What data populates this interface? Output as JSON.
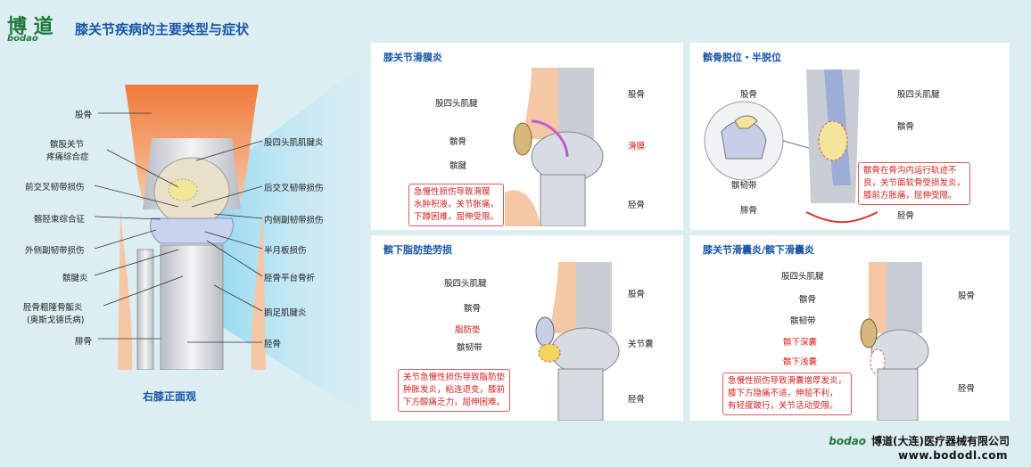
{
  "header": {
    "logo_chars": "博 道",
    "logo_word": "bodao",
    "title": "膝关节疾病的主要类型与症状"
  },
  "front_view": {
    "caption": "右膝正面观",
    "left_labels": [
      "股骨",
      "髌股关节",
      "疼痛综合症",
      "前交叉韧带损伤",
      "髂胫束综合征",
      "外侧副韧带损伤",
      "髌腱炎",
      "胫骨粗隆骨骺炎",
      "(奥斯戈德氏病)",
      "腓骨"
    ],
    "right_labels": [
      "股四头肌肌腱炎",
      "后交叉韧带损伤",
      "内侧副韧带损伤",
      "半月板损伤",
      "胫骨平台骨折",
      "鹅足肌腱炎",
      "胫骨"
    ]
  },
  "panels": [
    {
      "title": "膝关节滑膜炎",
      "labels": [
        "股四头肌腱",
        "髌骨",
        "髌腱",
        "股骨",
        "胫骨"
      ],
      "red_label": "滑膜",
      "note": [
        "急慢性损伤导致滑膜",
        "水肿积液，关节胀痛，",
        "下蹲困难，屈伸受限。"
      ]
    },
    {
      "title": "髌骨脱位・半脱位",
      "labels": [
        "股骨",
        "股四头肌腱",
        "髌骨",
        "髌韧带",
        "胫骨",
        "腓骨"
      ],
      "note": [
        "髌骨在骨沟内运行轨迹不",
        "良，关节面软骨受损发炎，",
        "膝前方胀痛，屈伸受限。"
      ]
    },
    {
      "title": "髌下脂肪垫劳损",
      "labels": [
        "股四头肌腱",
        "髌骨",
        "髌韧带",
        "股骨",
        "关节囊",
        "胫骨"
      ],
      "red_label": "脂肪垫",
      "note": [
        "关节急慢性损伤导致脂肪垫",
        "肿胀发炎，粘连退变，膝前",
        "下方酸痛乏力，屈伸困难。"
      ]
    },
    {
      "title": "膝关节滑囊炎/髌下滑囊炎",
      "labels": [
        "股四头肌腱",
        "髌骨",
        "髌韧带",
        "股骨",
        "胫骨"
      ],
      "red_labels": [
        "髌下深囊",
        "髌下浅囊"
      ],
      "note": [
        "急慢性损伤导致滑囊增厚发炎，",
        "膝下方隐痛不适，伸屈不利，",
        "有轻度跛行，关节活动受限。"
      ]
    }
  ],
  "footer": {
    "company": "博道(大连)医疗器械有限公司",
    "url": "www.bododl.com",
    "brand": "bodao"
  },
  "colors": {
    "title": "#1a56a8",
    "note_red": "#d81e1e",
    "bg": "#ddeef2"
  }
}
